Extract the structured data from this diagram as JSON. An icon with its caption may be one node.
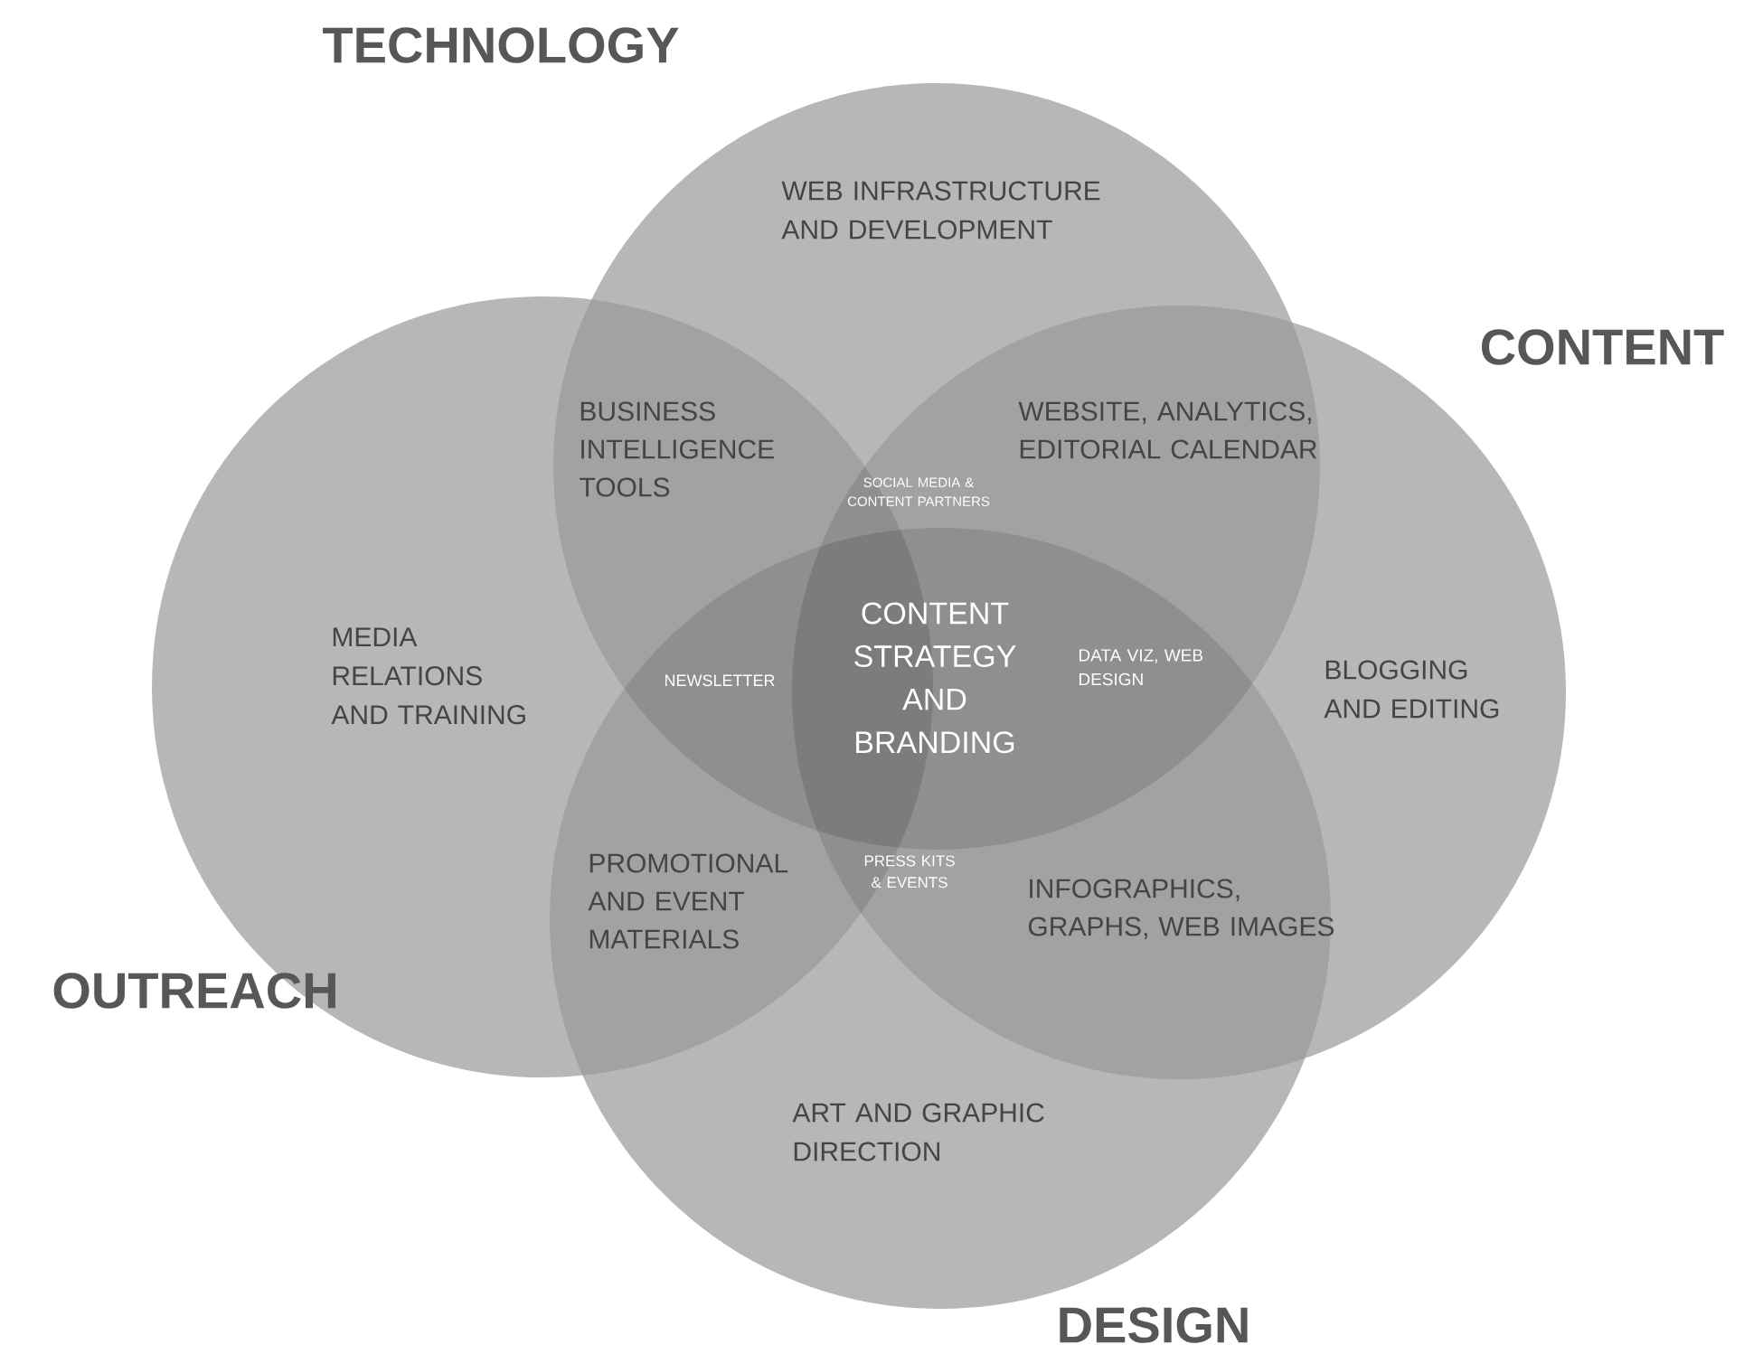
{
  "diagram": {
    "nodes": [
      {
        "text": [
          "WEB INFRASTRUCTURE AND DEVELOPMENT"
        ],
        "beside": [
          "TECHNOLOGY"
        ]
      },
      {
        "text": [
          "BLOGGING AND EDITING"
        ],
        "beside": [
          "CONTENT"
        ]
      },
      {
        "text": [
          "MEDIA RELATIONS AND TRAINING"
        ],
        "beside": [
          "OUTREACH"
        ]
      },
      {
        "text": [
          "ART AND GRAPHIC DIRECTION"
        ],
        "beside": [
          "DESIGN"
        ]
      }
    ],
    "labels": [
      "BUSINESS INTELLIGENCE TOOLS",
      "WEBSITE, ANALYTICS, EDITORIAL CALENDAR",
      "SOCIAL MEDIA & CONTENT PARTNERS",
      "CONTENT STRATEGY AND BRANDING",
      "NEWSLETTER",
      "DATA VIZ, WEB DESIGN",
      "PROMOTIONAL AND EVENT MATERIALS",
      "PRESS KITS & EVENTS",
      "INFOGRAPHICS, GRAPHS, WEB IMAGES"
    ]
  }
}
